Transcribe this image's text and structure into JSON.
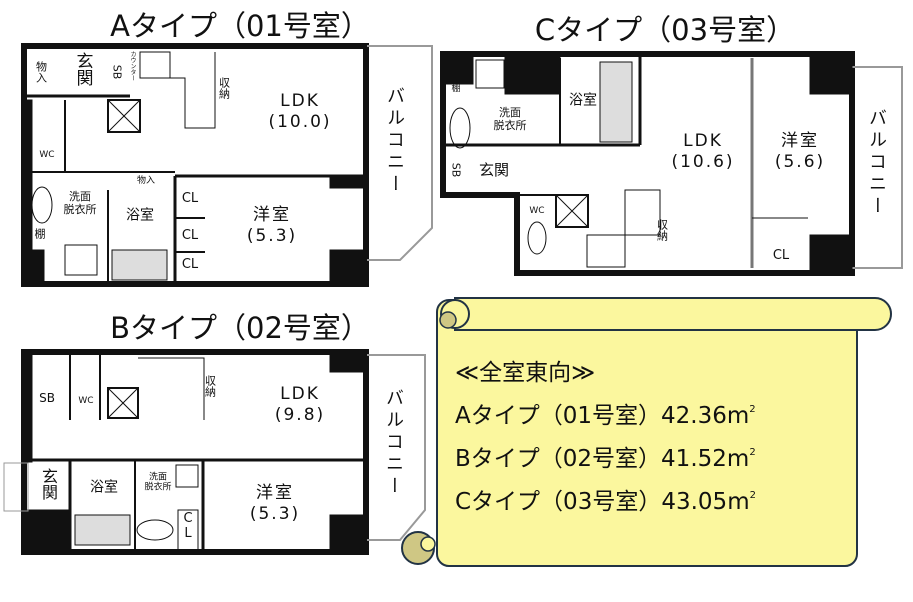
{
  "plan_a": {
    "title": "Aタイプ（01号室）",
    "storage1": "物入",
    "entrance": "玄関",
    "sb": "SB",
    "counter": "カウンター",
    "wc": "WC",
    "ldk": "LDK",
    "ldk_size": "(10.0)",
    "closet_kitchen": "収納",
    "storage2": "物入",
    "washroom": "洗面\n脱衣所",
    "bath": "浴室",
    "shelf": "棚",
    "cl": "CL",
    "western": "洋室",
    "western_size": "(5.3)",
    "balcony": "バルコニー"
  },
  "plan_b": {
    "title": "Bタイプ（02号室）",
    "sb": "SB",
    "wc": "WC",
    "closet_kitchen": "収納",
    "ldk": "LDK",
    "ldk_size": "(9.8)",
    "entrance": "玄関",
    "bath": "浴室",
    "washroom": "洗面\n脱衣所",
    "cl": "CL",
    "western": "洋室",
    "western_size": "(5.3)",
    "balcony": "バルコニー"
  },
  "plan_c": {
    "title": "Cタイプ（03号室）",
    "shelf": "棚",
    "washroom": "洗面\n脱衣所",
    "bath": "浴室",
    "sb": "SB",
    "entrance": "玄関",
    "wc": "WC",
    "ldk": "LDK",
    "ldk_size": "(10.6)",
    "closet_kitchen": "収納",
    "western": "洋室",
    "western_size": "(5.6)",
    "cl": "CL",
    "balcony": "バルコニー"
  },
  "summary": {
    "heading": "≪全室東向≫",
    "lines": [
      {
        "type": "Aタイプ（01号室）",
        "area": "42.36",
        "unit": "m",
        "sup": "2"
      },
      {
        "type": "Bタイプ（02号室）",
        "area": "41.52",
        "unit": "m",
        "sup": "2"
      },
      {
        "type": "Cタイプ（03号室）",
        "area": "43.05",
        "unit": "m",
        "sup": "2"
      }
    ],
    "fill_color": "#fbf79e",
    "curl_color": "#cfc784",
    "outline_color": "#223344"
  }
}
